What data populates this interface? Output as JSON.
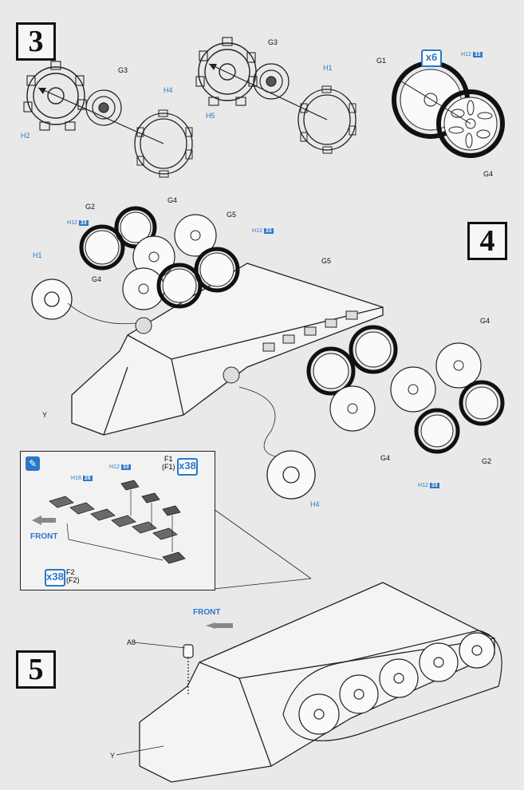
{
  "steps": [
    {
      "number": "3"
    },
    {
      "number": "4"
    },
    {
      "number": "5"
    }
  ],
  "step3": {
    "labels_left": [
      "G3",
      "H4",
      "H2"
    ],
    "labels_mid": [
      "G3",
      "H1",
      "H5"
    ],
    "labels_right": [
      "G1",
      "G4"
    ],
    "qty": "x6",
    "paint": {
      "prefix": "H",
      "code": "12",
      "code2": "33"
    }
  },
  "step4": {
    "labels": {
      "g2_top": "G2",
      "g4_top": "G4",
      "g5_top": "G5",
      "h1": "H1",
      "g4_left": "G4",
      "g5_right": "G5",
      "g4_right": "G4",
      "y": "Y",
      "g4_bottom": "G4",
      "g2_bottom": "G2",
      "h4": "H4"
    },
    "paint": {
      "prefix": "H",
      "code": "12",
      "code2": "33"
    }
  },
  "inset": {
    "f1": "F1",
    "f1_alt": "(F1)",
    "f2": "F2",
    "f2_alt": "(F2)",
    "qty": "x38",
    "front": "FRONT",
    "paint1": {
      "prefix": "H",
      "code": "12",
      "code2": "33"
    },
    "paint2": {
      "prefix": "H",
      "code": "16",
      "code2": "28"
    }
  },
  "step5": {
    "front": "FRONT",
    "a8": "A8",
    "y": "Y"
  },
  "colors": {
    "accent": "#2a78c8",
    "line": "#222222",
    "paper": "#e9e9e9"
  }
}
